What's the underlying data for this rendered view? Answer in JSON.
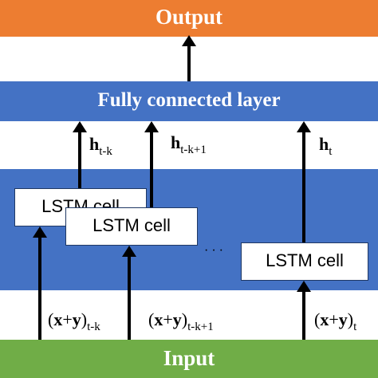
{
  "output_label": "Output",
  "fc_label": "Fully connected layer",
  "input_label": "Input",
  "cells": {
    "cell1": "LSTM cell",
    "cell2": "LSTM cell",
    "cell3": "LSTM cell"
  },
  "ellipsis": "· · ·",
  "hidden": {
    "h1": {
      "base": "h",
      "sub": "t-k"
    },
    "h2": {
      "base": "h",
      "sub": "t-k+1"
    },
    "h3": {
      "base": "h",
      "sub": "t"
    }
  },
  "inputs": {
    "in1": {
      "open": "(",
      "x": "x",
      "plus": "+",
      "y": "y",
      "close": ")",
      "sub": "t-k"
    },
    "in2": {
      "open": "(",
      "x": "x",
      "plus": "+",
      "y": "y",
      "close": ")",
      "sub": "t-k+1"
    },
    "in3": {
      "open": "(",
      "x": "x",
      "plus": "+",
      "y": "y",
      "close": ")",
      "sub": "t"
    }
  },
  "colors": {
    "output_band": "#ed7d31",
    "blue_band": "#4472c4",
    "input_band": "#70ad47",
    "arrow": "#000000"
  }
}
